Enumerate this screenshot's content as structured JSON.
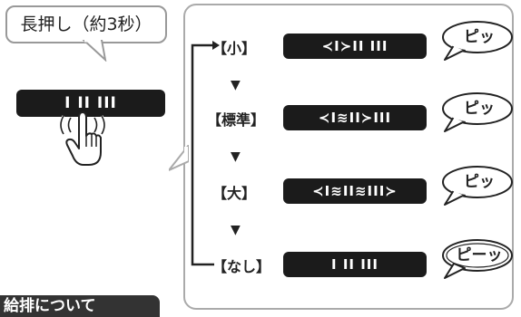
{
  "callout": {
    "text": "長押し（約3秒）"
  },
  "device": {
    "bars_text": "I  II III"
  },
  "levels": [
    {
      "label": "【小】",
      "display": "≺I≻II III",
      "sound": "ピッ"
    },
    {
      "label": "【標準】",
      "display": "≺I≋II≻III",
      "sound": "ピッ"
    },
    {
      "label": "【大】",
      "display": "≺I≋II≋III≻",
      "sound": "ピッ"
    },
    {
      "label": "【なし】",
      "display": "I  II  III",
      "sound": "ピーッ"
    }
  ],
  "footer": {
    "text": "給排について"
  }
}
